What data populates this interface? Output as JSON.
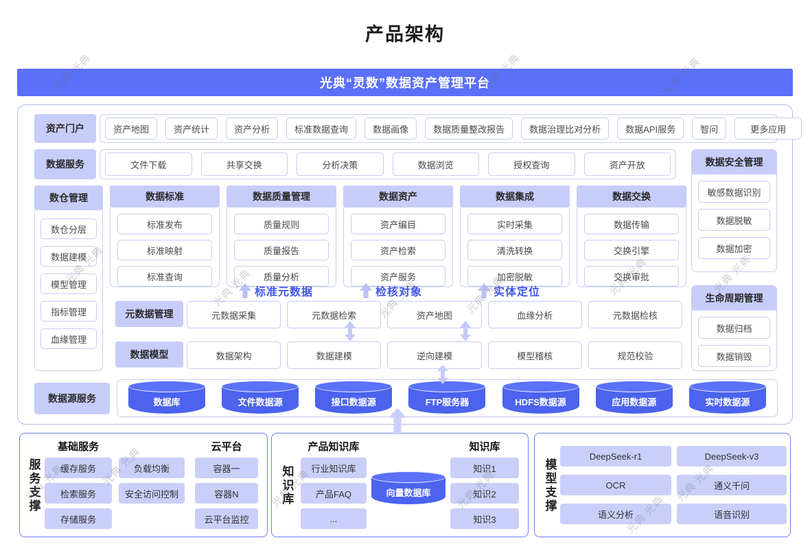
{
  "title": "产品架构",
  "banner": {
    "title": "光典“灵数”数据资产管理平台"
  },
  "watermark": "光典 光典",
  "portal": {
    "label": "资产门户",
    "items": [
      "资产地图",
      "资产统计",
      "资产分析",
      "标准数据查询",
      "数据画像",
      "数据质量整改报告",
      "数据治理比对分析",
      "数据API服务",
      "智问",
      "更多应用"
    ]
  },
  "data_service": {
    "label": "数据服务",
    "items": [
      "文件下载",
      "共享交换",
      "分析决策",
      "数据浏览",
      "授权查询",
      "资产开放"
    ]
  },
  "security": {
    "title": "数据安全管理",
    "items": [
      "敏感数据识别",
      "数据脱敏",
      "数据加密"
    ]
  },
  "lifecycle": {
    "title": "生命周期管理",
    "items": [
      "数据归档",
      "数据销毁"
    ]
  },
  "warehouse": {
    "title": "数仓管理",
    "items": [
      "数仓分层",
      "数据建模",
      "模型管理",
      "指标管理",
      "血缘管理"
    ]
  },
  "groups": [
    {
      "title": "数据标准",
      "items": [
        "标准发布",
        "标准映射",
        "标准查询"
      ]
    },
    {
      "title": "数据质量管理",
      "items": [
        "质量规则",
        "质量报告",
        "质量分析"
      ]
    },
    {
      "title": "数据资产",
      "items": [
        "资产编目",
        "资产检索",
        "资产服务"
      ]
    },
    {
      "title": "数据集成",
      "items": [
        "实时采集",
        "清洗转换",
        "加密脱敏"
      ]
    },
    {
      "title": "数据交换",
      "items": [
        "数据传输",
        "交换引擎",
        "交换审批"
      ]
    }
  ],
  "flow_labels": [
    "标准元数据",
    "检核对象",
    "实体定位"
  ],
  "metadata": {
    "label": "元数据管理",
    "items": [
      "元数据采集",
      "元数据检索",
      "资产地图",
      "血缘分析",
      "元数据检核"
    ]
  },
  "model": {
    "label": "数据模型",
    "items": [
      "数据架构",
      "数据建模",
      "逆向建模",
      "模型稽核",
      "规范校验"
    ]
  },
  "datasource": {
    "label": "数据源服务",
    "items": [
      "数据库",
      "文件数据源",
      "接口数据源",
      "FTP服务器",
      "HDFS数据源",
      "应用数据源",
      "实时数据源"
    ]
  },
  "support": {
    "label": "服务支撑",
    "col1_title": "基础服务",
    "col3_title": "云平台",
    "col1": [
      "缓存服务",
      "检索服务",
      "存储服务"
    ],
    "col2": [
      "负载均衡",
      "安全访问控制"
    ],
    "col3": [
      "容器一",
      "容器N",
      "云平台监控"
    ]
  },
  "knowledge": {
    "label": "知识库",
    "left_title": "产品知识库",
    "right_title": "知识库",
    "left": [
      "行业知识库",
      "产品FAQ",
      "..."
    ],
    "cylinder": "向量数据库",
    "right": [
      "知识1",
      "知识2",
      "知识3"
    ]
  },
  "models": {
    "label": "模型支撑",
    "rows": [
      [
        "DeepSeek-r1",
        "DeepSeek-v3"
      ],
      [
        "OCR",
        "通义千问"
      ],
      [
        "语义分析",
        "语音识别"
      ]
    ]
  },
  "colors": {
    "banner_blue": "#5b70f8",
    "light_purple": "#c7cdf9",
    "pill_border": "#c6ccf5",
    "cylinder_blue": "#4b63ee",
    "flow_label_blue": "#4257ee",
    "bottom_panel_border": "#6b7ef6"
  }
}
